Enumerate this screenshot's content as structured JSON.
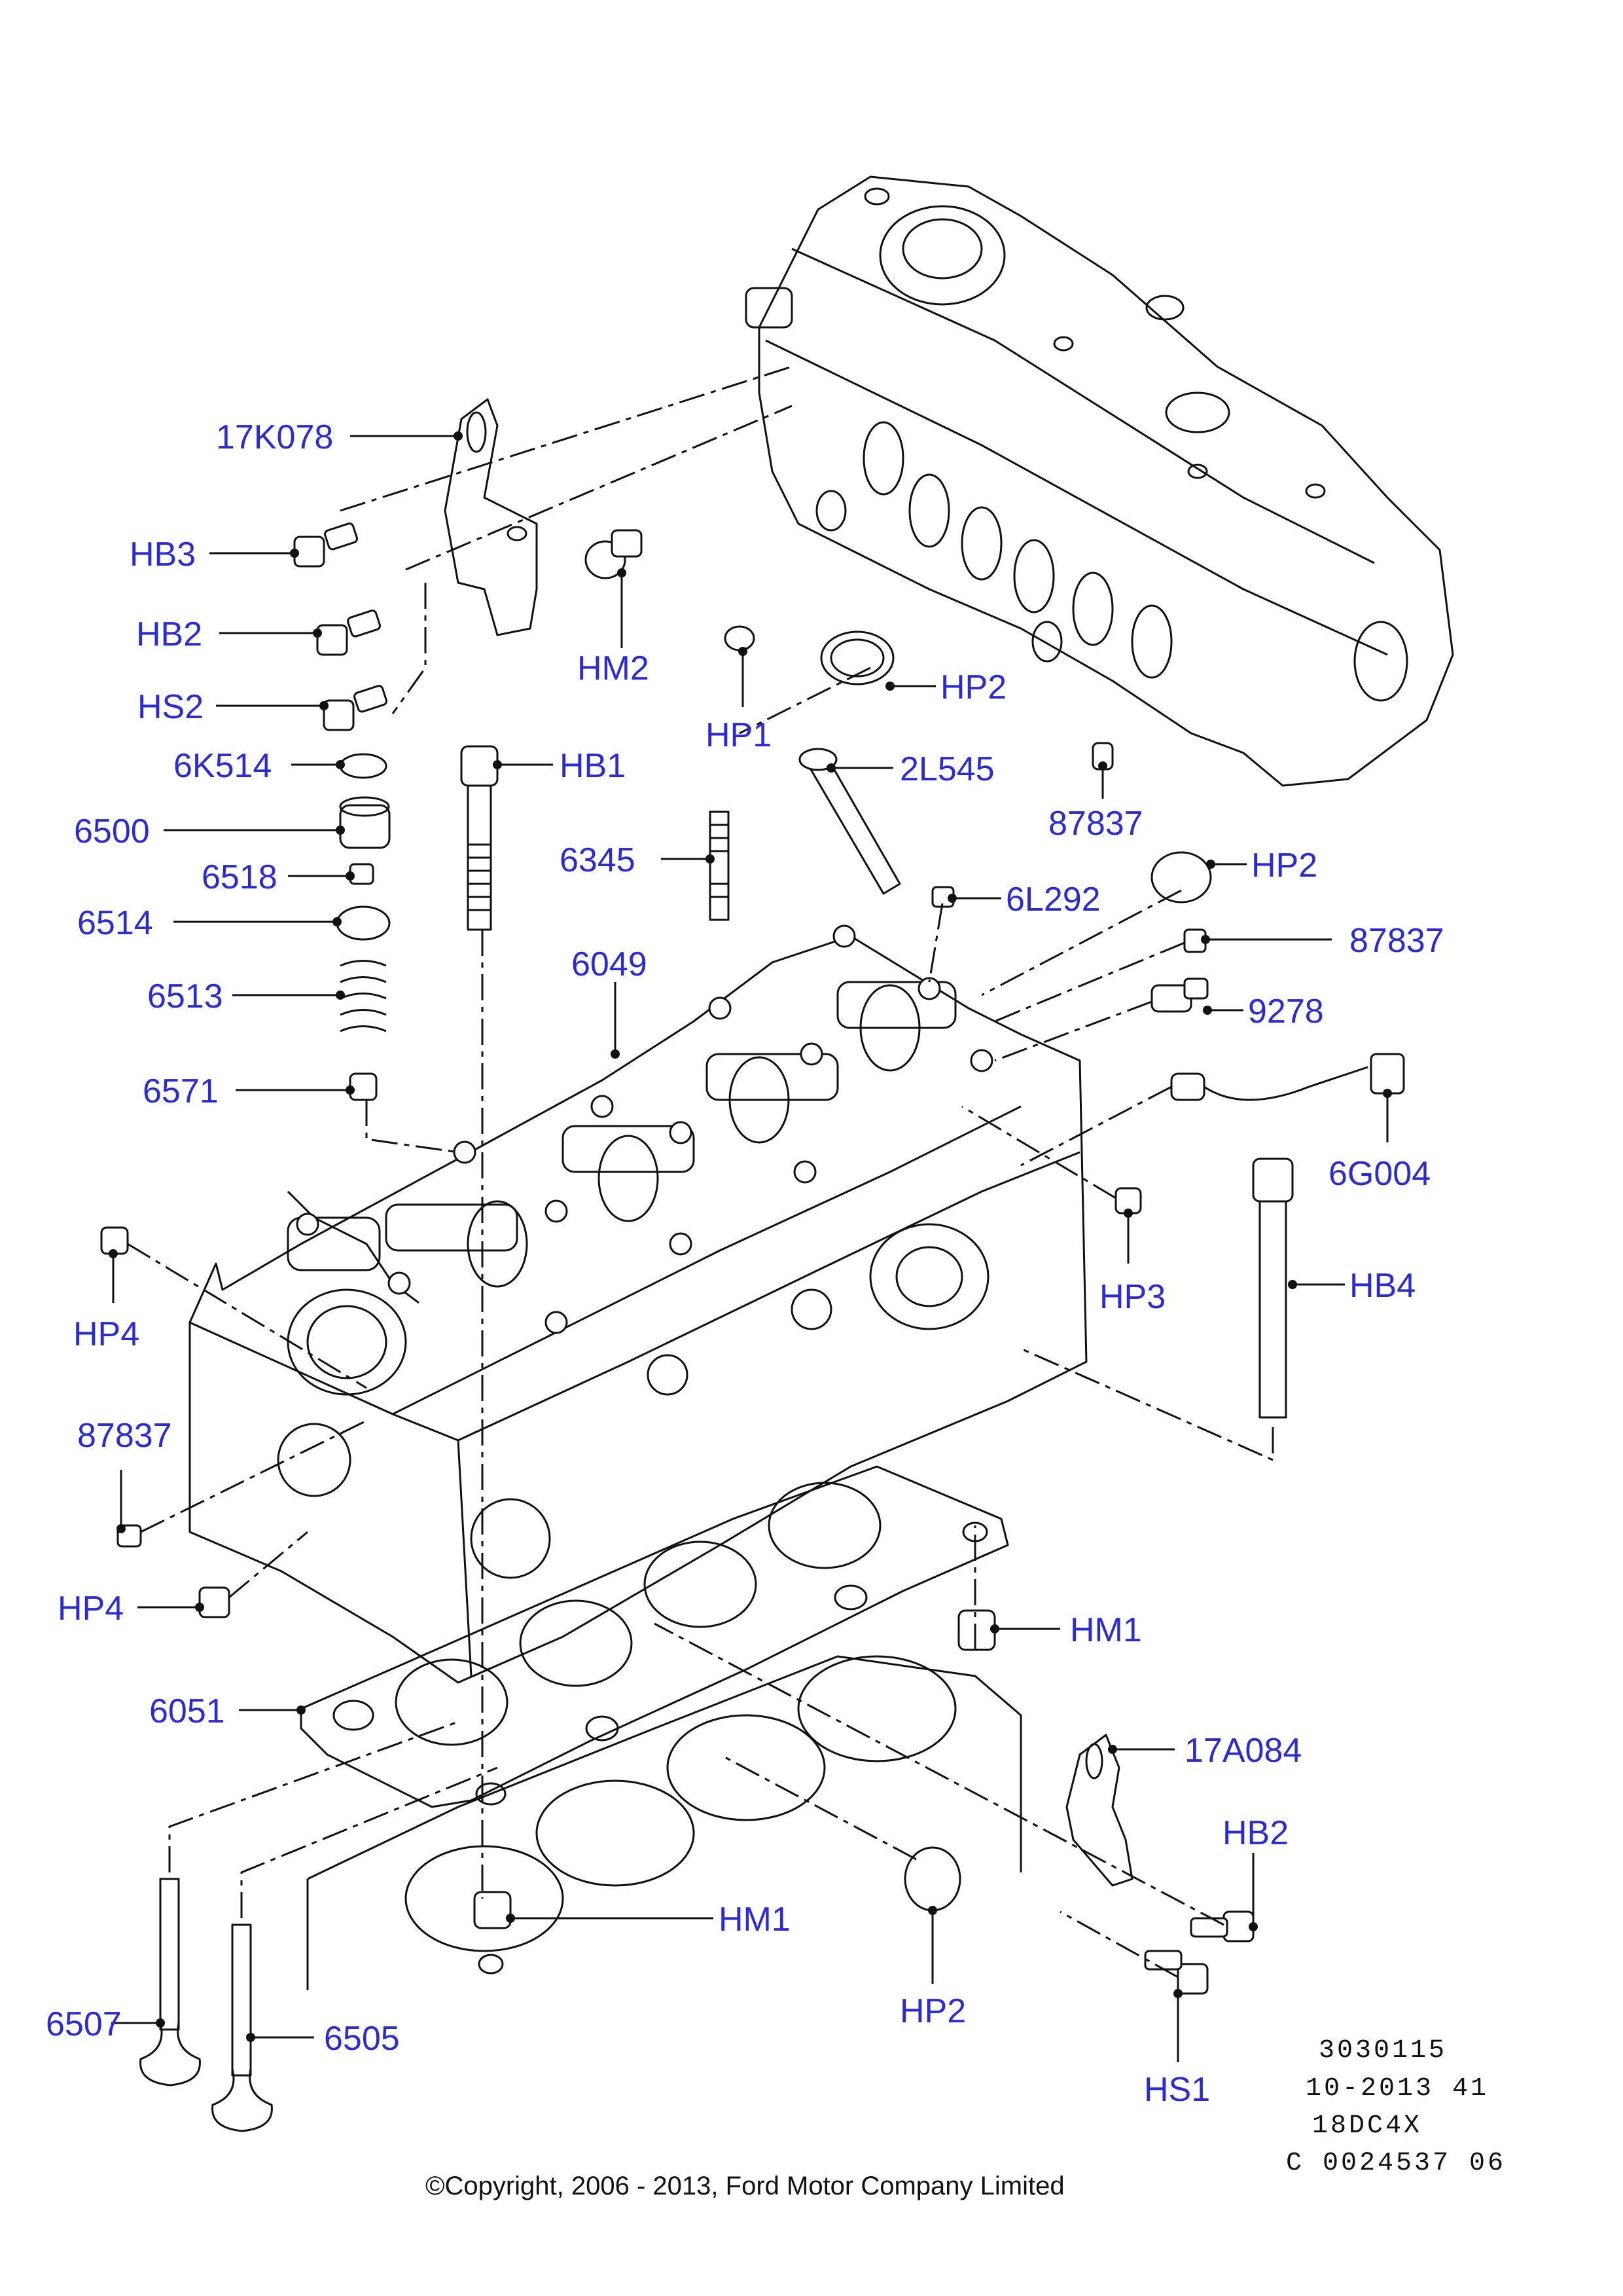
{
  "callouts": {
    "c17K078": "17K078",
    "cHB3": "HB3",
    "cHB2a": "HB2",
    "cHS2": "HS2",
    "cHM2": "HM2",
    "cHP1": "HP1",
    "cHP2a": "HP2",
    "c6K514": "6K514",
    "cHB1": "HB1",
    "c2L545": "2L545",
    "c87837a": "87837",
    "c6500": "6500",
    "c6518": "6518",
    "c6345": "6345",
    "c6L292": "6L292",
    "cHP2b": "HP2",
    "c6514": "6514",
    "c87837b": "87837",
    "c6049": "6049",
    "c6513": "6513",
    "c9278": "9278",
    "c6571": "6571",
    "c6G004": "6G004",
    "cHP4a": "HP4",
    "cHP3": "HP3",
    "cHB4": "HB4",
    "c87837c": "87837",
    "cHP4b": "HP4",
    "cHM1a": "HM1",
    "c6051": "6051",
    "c17A084": "17A084",
    "cHB2b": "HB2",
    "cHM1b": "HM1",
    "cHP2c": "HP2",
    "c6507": "6507",
    "c6505": "6505",
    "cHS1": "HS1"
  },
  "reference": {
    "line1": "3030115",
    "line2": "10-2013 41",
    "line3": "18DC4X",
    "line4": "C 0024537 06"
  },
  "copyright": "©Copyright, 2006 - 2013, Ford Motor Company Limited",
  "colors": {
    "callout_text": "#2b2bd6",
    "line_art": "#111111",
    "background": "#ffffff"
  }
}
